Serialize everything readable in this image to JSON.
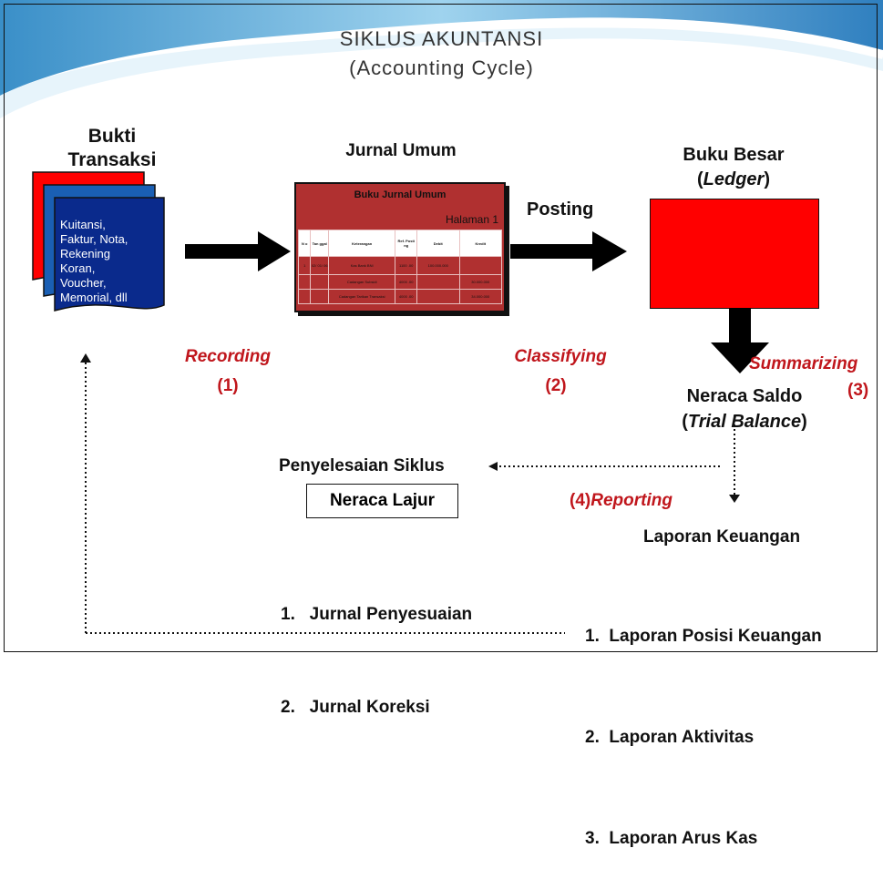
{
  "title": {
    "line1": "SIKLUS AKUNTANSI",
    "line2": "(Accounting Cycle)"
  },
  "bukti": {
    "heading_line1": "Bukti",
    "heading_line2": "Transaksi",
    "items": [
      "Kuitansi,",
      "Faktur, Nota,",
      "Rekening",
      "Koran,",
      "Voucher,",
      "Memorial, dll"
    ]
  },
  "jurnal": {
    "heading": "Jurnal Umum",
    "book_title": "Buku Jurnal Umum",
    "page_label": "Halaman 1",
    "columns": [
      "N o",
      "Tan ggal",
      "Keterangan",
      "Ref. Posti ng",
      "Debit",
      "Kredit"
    ],
    "rows": [
      [
        "1",
        "02/ 01/ 06",
        "Kas Bank BNI",
        "1100 .00",
        "100.000.000",
        ""
      ],
      [
        "",
        "",
        "Cadangan Subsidi",
        "4000 .00",
        "",
        "30.000.000"
      ],
      [
        "",
        "",
        "Cadangan Tarikan Transaksi",
        "4000 .00",
        "",
        "34.000.000"
      ]
    ]
  },
  "posting_label": "Posting",
  "ledger": {
    "heading_line1": "Buku Besar",
    "heading_paren_open": "(",
    "heading_italic": "Ledger",
    "heading_paren_close": ")"
  },
  "steps": {
    "recording": "Recording",
    "recording_num": "(1)",
    "classifying": "Classifying",
    "classifying_num": "(2)",
    "summarizing": "Summarizing",
    "summarizing_num": "(3)",
    "reporting_num": "(4)",
    "reporting": "Reporting"
  },
  "neraca_saldo": {
    "line1": "Neraca Saldo",
    "paren_open": "(",
    "italic": "Trial Balance",
    "paren_close": ")"
  },
  "penyelesaian": {
    "heading": "Penyelesaian Siklus",
    "box": "Neraca Lajur",
    "items": [
      "1.   Jurnal Penyesuaian",
      "2.   Jurnal Koreksi"
    ]
  },
  "laporan": {
    "heading": "Laporan Keuangan",
    "items": [
      "1.  Laporan Posisi Keuangan",
      "2.  Laporan Aktivitas",
      "3.  Laporan Arus Kas"
    ]
  },
  "colors": {
    "red_step": "#c0161c",
    "doc_red": "#ff0000",
    "doc_blue": "#1a5fb4",
    "doc_navy": "#0a2a8c",
    "journal": "#b03030"
  }
}
